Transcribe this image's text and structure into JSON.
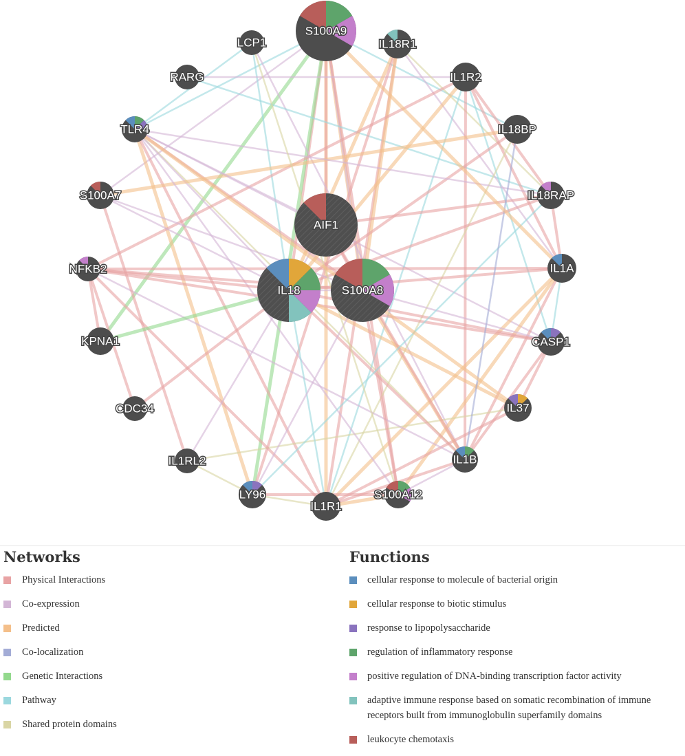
{
  "graph": {
    "nodes": [
      {
        "id": "S100A9",
        "functions": [
          "leukocyte chemotaxis",
          "regulation of inflammatory response",
          "positive regulation of DNA-binding transcription factor activity"
        ]
      },
      {
        "id": "AIF1",
        "functions": [
          "leukocyte chemotaxis"
        ]
      },
      {
        "id": "IL18",
        "functions": [
          "cellular response to molecule of bacterial origin",
          "cellular response to biotic stimulus",
          "regulation of inflammatory response",
          "positive regulation of DNA-binding transcription factor activity",
          "adaptive immune response based on somatic recombination of immune receptors built from immunoglobulin superfamily domains"
        ]
      },
      {
        "id": "S100A8",
        "functions": [
          "leukocyte chemotaxis",
          "regulation of inflammatory response",
          "positive regulation of DNA-binding transcription factor activity"
        ]
      },
      {
        "id": "LCP1",
        "functions": []
      },
      {
        "id": "IL18R1",
        "functions": [
          "adaptive immune response based on somatic recombination of immune receptors built from immunoglobulin superfamily domains"
        ]
      },
      {
        "id": "RARG",
        "functions": []
      },
      {
        "id": "IL1R2",
        "functions": []
      },
      {
        "id": "TLR4",
        "functions": [
          "cellular response to molecule of bacterial origin",
          "regulation of inflammatory response",
          "response to lipopolysaccharide"
        ]
      },
      {
        "id": "IL18BP",
        "functions": []
      },
      {
        "id": "S100A7",
        "functions": [
          "leukocyte chemotaxis"
        ]
      },
      {
        "id": "IL18RAP",
        "functions": [
          "positive regulation of DNA-binding transcription factor activity"
        ]
      },
      {
        "id": "NFKB2",
        "functions": [
          "positive regulation of DNA-binding transcription factor activity"
        ]
      },
      {
        "id": "IL1A",
        "functions": [
          "cellular response to molecule of bacterial origin"
        ]
      },
      {
        "id": "KPNA1",
        "functions": []
      },
      {
        "id": "CASP1",
        "functions": [
          "cellular response to molecule of bacterial origin",
          "response to lipopolysaccharide"
        ]
      },
      {
        "id": "CDC34",
        "functions": []
      },
      {
        "id": "IL37",
        "functions": [
          "response to lipopolysaccharide",
          "cellular response to biotic stimulus"
        ]
      },
      {
        "id": "IL1RL2",
        "functions": []
      },
      {
        "id": "IL1B",
        "functions": [
          "cellular response to molecule of bacterial origin",
          "regulation of inflammatory response"
        ]
      },
      {
        "id": "LY96",
        "functions": [
          "cellular response to molecule of bacterial origin",
          "response to lipopolysaccharide"
        ]
      },
      {
        "id": "IL1R1",
        "functions": []
      },
      {
        "id": "S100A12",
        "functions": [
          "leukocyte chemotaxis",
          "regulation of inflammatory response",
          "positive regulation of DNA-binding transcription factor activity"
        ]
      }
    ],
    "edges": [
      [
        "S100A9",
        "S100A8",
        "Predicted"
      ],
      [
        "S100A9",
        "S100A8",
        "Co-expression"
      ],
      [
        "S100A9",
        "IL1R1",
        "Predicted"
      ],
      [
        "S100A9",
        "IL18",
        "Physical Interactions"
      ],
      [
        "S100A9",
        "AIF1",
        "Physical Interactions"
      ],
      [
        "S100A9",
        "KPNA1",
        "Genetic Interactions"
      ],
      [
        "S100A9",
        "TLR4",
        "Pathway"
      ],
      [
        "S100A9",
        "S100A7",
        "Co-expression"
      ],
      [
        "S100A9",
        "IL18BP",
        "Pathway"
      ],
      [
        "S100A9",
        "LY96",
        "Genetic Interactions"
      ],
      [
        "S100A9",
        "S100A12",
        "Physical Interactions"
      ],
      [
        "LCP1",
        "TLR4",
        "Pathway"
      ],
      [
        "LCP1",
        "IL1B",
        "Co-expression"
      ],
      [
        "LCP1",
        "IL18",
        "Pathway"
      ],
      [
        "RARG",
        "IL1R2",
        "Co-expression"
      ],
      [
        "RARG",
        "IL18RAP",
        "Pathway"
      ],
      [
        "TLR4",
        "LY96",
        "Predicted"
      ],
      [
        "TLR4",
        "IL1R1",
        "Physical Interactions"
      ],
      [
        "TLR4",
        "S100A8",
        "Physical Interactions"
      ],
      [
        "TLR4",
        "CASP1",
        "Co-expression"
      ],
      [
        "TLR4",
        "IL1B",
        "Shared protein domains"
      ],
      [
        "TLR4",
        "IL18",
        "Co-expression"
      ],
      [
        "IL18R1",
        "IL18",
        "Predicted"
      ],
      [
        "IL18R1",
        "IL18RAP",
        "Shared protein domains"
      ],
      [
        "IL18R1",
        "LY96",
        "Physical Interactions"
      ],
      [
        "IL18R1",
        "IL1R1",
        "Physical Interactions"
      ],
      [
        "IL18R1",
        "S100A8",
        "Predicted"
      ],
      [
        "IL18R1",
        "IL1A",
        "Co-expression"
      ],
      [
        "IL1R2",
        "IL1B",
        "Physical Interactions"
      ],
      [
        "IL1R2",
        "IL1A",
        "Physical Interactions"
      ],
      [
        "IL1R2",
        "IL1R1",
        "Pathway"
      ],
      [
        "IL1R2",
        "IL18",
        "Predicted"
      ],
      [
        "IL1R2",
        "CASP1",
        "Pathway"
      ],
      [
        "IL1R2",
        "IL18RAP",
        "Physical Interactions"
      ],
      [
        "IL1R2",
        "NFKB2",
        "Physical Interactions"
      ],
      [
        "IL18BP",
        "IL18",
        "Physical Interactions"
      ],
      [
        "IL18BP",
        "IL1R1",
        "Shared protein domains"
      ],
      [
        "IL18BP",
        "S100A7",
        "Predicted"
      ],
      [
        "IL18RAP",
        "IL18",
        "Physical Interactions"
      ],
      [
        "IL18RAP",
        "IL1A",
        "Physical Interactions"
      ],
      [
        "IL18RAP",
        "TLR4",
        "Co-expression"
      ],
      [
        "IL1A",
        "IL1B",
        "Physical Interactions"
      ],
      [
        "IL1A",
        "IL18",
        "Physical Interactions"
      ],
      [
        "IL1A",
        "NFKB2",
        "Physical Interactions"
      ],
      [
        "IL1A",
        "IL1R1",
        "Predicted"
      ],
      [
        "IL1A",
        "S100A12",
        "Predicted"
      ],
      [
        "CASP1",
        "IL18",
        "Physical Interactions"
      ],
      [
        "CASP1",
        "IL1B",
        "Physical Interactions"
      ],
      [
        "CASP1",
        "IL37",
        "Physical Interactions"
      ],
      [
        "CASP1",
        "S100A8",
        "Co-expression"
      ],
      [
        "CASP1",
        "NFKB2",
        "Physical Interactions"
      ],
      [
        "IL37",
        "IL18",
        "Predicted"
      ],
      [
        "IL37",
        "IL1RL2",
        "Shared protein domains"
      ],
      [
        "IL37",
        "IL1R1",
        "Physical Interactions"
      ],
      [
        "IL1B",
        "IL18",
        "Physical Interactions"
      ],
      [
        "IL1B",
        "IL1R1",
        "Physical Interactions"
      ],
      [
        "IL1B",
        "S100A12",
        "Co-expression"
      ],
      [
        "IL1B",
        "S100A8",
        "Predicted"
      ],
      [
        "IL1B",
        "NFKB2",
        "Co-expression"
      ],
      [
        "S100A12",
        "S100A8",
        "Physical Interactions"
      ],
      [
        "S100A12",
        "IL1R1",
        "Predicted"
      ],
      [
        "S100A12",
        "LY96",
        "Physical Interactions"
      ],
      [
        "S100A12",
        "TLR4",
        "Co-expression"
      ],
      [
        "IL1R1",
        "IL18",
        "Pathway"
      ],
      [
        "IL1R1",
        "LY96",
        "Shared protein domains"
      ],
      [
        "IL1R1",
        "NFKB2",
        "Physical Interactions"
      ],
      [
        "LY96",
        "S100A8",
        "Co-expression"
      ],
      [
        "LY96",
        "IL1RL2",
        "Shared protein domains"
      ],
      [
        "IL1RL2",
        "IL18",
        "Co-expression"
      ],
      [
        "IL1RL2",
        "S100A7",
        "Physical Interactions"
      ],
      [
        "CDC34",
        "IL18",
        "Physical Interactions"
      ],
      [
        "CDC34",
        "NFKB2",
        "Physical Interactions"
      ],
      [
        "KPNA1",
        "IL18",
        "Genetic Interactions"
      ],
      [
        "KPNA1",
        "NFKB2",
        "Physical Interactions"
      ],
      [
        "NFKB2",
        "IL18",
        "Physical Interactions"
      ],
      [
        "NFKB2",
        "S100A8",
        "Physical Interactions"
      ],
      [
        "S100A7",
        "S100A8",
        "Co-expression"
      ],
      [
        "S100A7",
        "IL18",
        "Co-expression"
      ],
      [
        "AIF1",
        "IL18",
        "Co-expression"
      ],
      [
        "AIF1",
        "S100A8",
        "Physical Interactions"
      ],
      [
        "AIF1",
        "IL1B",
        "Physical Interactions"
      ],
      [
        "AIF1",
        "IL18RAP",
        "Physical Interactions"
      ],
      [
        "AIF1",
        "TLR4",
        "Co-expression"
      ],
      [
        "IL18",
        "S100A8",
        "Co-expression"
      ],
      [
        "IL18RAP",
        "LY96",
        "Pathway"
      ],
      [
        "IL1A",
        "CASP1",
        "Pathway"
      ],
      [
        "IL18BP",
        "IL1B",
        "Co-localization"
      ],
      [
        "S100A9",
        "IL1A",
        "Predicted"
      ],
      [
        "LCP1",
        "S100A12",
        "Shared protein domains"
      ],
      [
        "TLR4",
        "IL37",
        "Predicted"
      ]
    ]
  },
  "legend": {
    "networks": {
      "title": "Networks",
      "items": [
        {
          "label": "Physical Interactions",
          "color": "#e8a3a4"
        },
        {
          "label": "Co-expression",
          "color": "#d3b6d6"
        },
        {
          "label": "Predicted",
          "color": "#f4bf8a"
        },
        {
          "label": "Co-localization",
          "color": "#a3acd6"
        },
        {
          "label": "Genetic Interactions",
          "color": "#93d98d"
        },
        {
          "label": "Pathway",
          "color": "#9bd8de"
        },
        {
          "label": "Shared protein domains",
          "color": "#d9d5a4"
        }
      ]
    },
    "functions": {
      "title": "Functions",
      "items": [
        {
          "label": "cellular response to molecule of bacterial origin",
          "color": "#5b8ebd"
        },
        {
          "label": "cellular response to biotic stimulus",
          "color": "#e1a63a"
        },
        {
          "label": "response to lipopolysaccharide",
          "color": "#8a73be"
        },
        {
          "label": "regulation of inflammatory response",
          "color": "#5ea46b"
        },
        {
          "label": "positive regulation of DNA-binding transcription factor activity",
          "color": "#c37fcb"
        },
        {
          "label": "adaptive immune response based on somatic recombination of immune receptors built from immunoglobulin superfamily domains",
          "color": "#82c3bd"
        },
        {
          "label": "leukocyte chemotaxis",
          "color": "#b85e5a"
        }
      ]
    }
  }
}
